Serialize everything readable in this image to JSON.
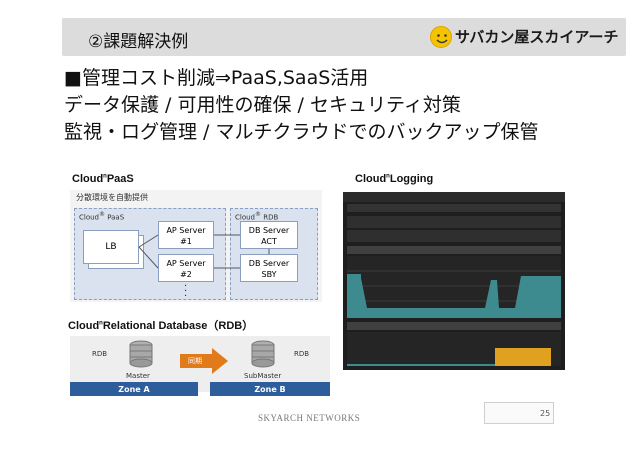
{
  "header": {
    "title": "②課題解決例",
    "logo_text": "サバカン屋スカイアーチ"
  },
  "heading": {
    "line1": "■管理コスト削減⇒PaaS,SaaS活用",
    "line2": "データ保護 / 可用性の確保 / セキュリティ対策",
    "line3": "監視・ログ管理 / マルチクラウドでのバックアップ保管"
  },
  "paas": {
    "label": "Cloud",
    "label_sup": "n",
    "label_suffix": "PaaS",
    "subtitle": "分散環境を自動提供",
    "group_paas": "Cloud",
    "group_paas_suffix": " PaaS",
    "group_rdb": "Cloud",
    "group_rdb_suffix": " RDB",
    "lb": "LB",
    "ap1_line1": "AP Server",
    "ap1_line2": "#1",
    "ap2_line1": "AP Server",
    "ap2_line2": "#2",
    "db1_line1": "DB Server",
    "db1_line2": "ACT",
    "db2_line1": "DB Server",
    "db2_line2": "SBY"
  },
  "logging": {
    "label": "Cloud",
    "label_sup": "n",
    "label_suffix": "Logging"
  },
  "rdb": {
    "label": "Cloud",
    "label_sup": "n",
    "label_suffix": "Relational Database（RDB）",
    "left_tag": "RDB",
    "right_tag": "RDB",
    "master": "Master",
    "submaster": "SubMaster",
    "sync": "同期",
    "zone_a": "Zone A",
    "zone_b": "Zone B"
  },
  "footer": {
    "company": "SKYARCH NETWORKS",
    "page": "25"
  },
  "colors": {
    "titlebar": "#dcdcdc",
    "paas_bg": "#d9e2ee",
    "box_blue": "#dbe6f4",
    "dashboard_bg": "#1e1e1e",
    "graph_teal": "#3d8b8f",
    "zone_blue": "#2d5d9a",
    "sync_orange": "#e07a1a"
  }
}
